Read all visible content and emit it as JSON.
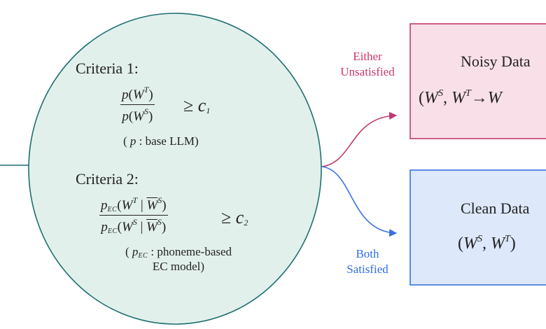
{
  "criteria1": {
    "heading": "Criteria 1:",
    "num": {
      "var": "p",
      "inner": "W",
      "sup": "T"
    },
    "den": {
      "var": "p",
      "inner": "W",
      "sup": "S"
    },
    "relation": "≥",
    "rhs": {
      "var": "c",
      "sub": "1"
    },
    "note": {
      "var": "p",
      "text": ": base LLM)"
    }
  },
  "criteria2": {
    "heading": "Criteria 2:",
    "num": {
      "var": "p",
      "sub": "EC",
      "inner": "W",
      "sup": "T",
      "given": "W",
      "given_sup": "S"
    },
    "den": {
      "var": "p",
      "sub": "EC",
      "inner": "W",
      "sup": "S",
      "given": "W",
      "given_sup": "S"
    },
    "relation": "≥",
    "rhs": {
      "var": "c",
      "sub": "2"
    },
    "note_line1": ": phoneme-based",
    "note_line2": "EC model)"
  },
  "edge_top": {
    "line1": "Either",
    "line2": "Unsatisfied"
  },
  "edge_bottom": {
    "line1": "Both",
    "line2": "Satisfied"
  },
  "noisy": {
    "title": "Noisy Data",
    "W": "W",
    "S": "S",
    "T": "T",
    "arrow": "→"
  },
  "clean": {
    "title": "Clean Data",
    "W": "W",
    "S": "S",
    "T": "T"
  },
  "colors": {
    "circle_fill": "#e2f0ec",
    "circle_stroke": "#1e6f6f",
    "noisy_fill": "#f9e0e8",
    "noisy_stroke": "#c2386f",
    "clean_fill": "#dde8fb",
    "clean_stroke": "#3b72e0",
    "label_pink": "#c9366e",
    "label_blue": "#2f6fe0"
  }
}
